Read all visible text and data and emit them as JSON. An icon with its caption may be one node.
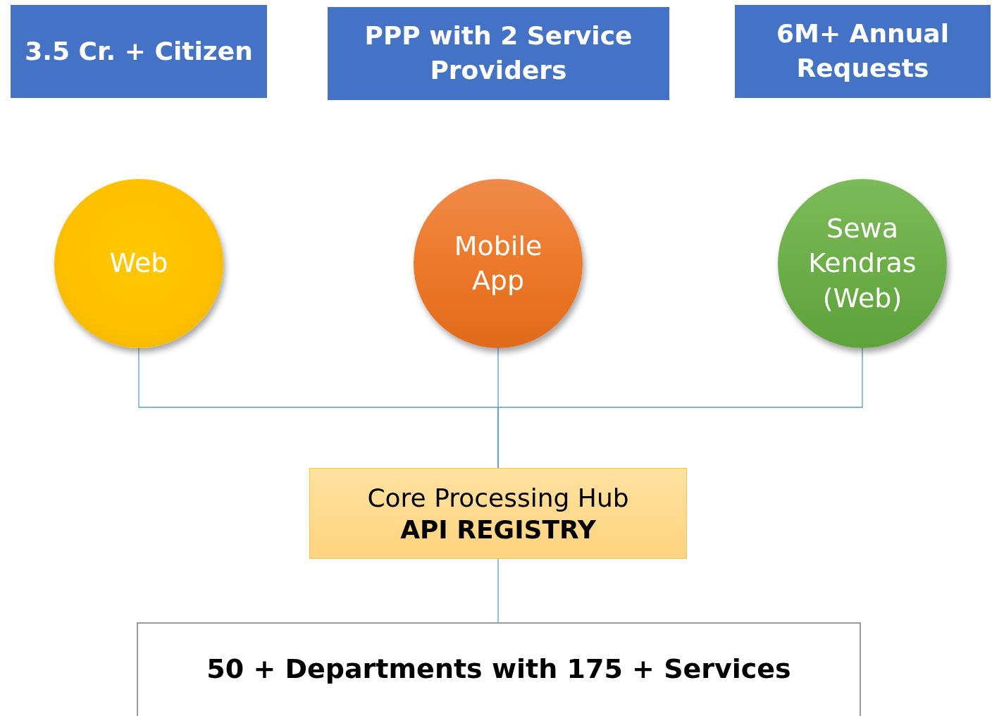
{
  "diagram": {
    "nodes": [
      {
        "text": [
          "3.5 Cr. + Citizen"
        ]
      },
      {
        "text": [
          "PPP with 2 Service Providers"
        ]
      },
      {
        "text": [
          "6M+ Annual Requests"
        ]
      },
      {
        "text": [
          "Web"
        ]
      },
      {
        "text": [
          "Mobile App"
        ]
      },
      {
        "text": [
          "Sewa Kendras (Web)"
        ]
      },
      {
        "text": [
          "Core Processing Hub",
          "API REGISTRY"
        ]
      },
      {
        "text": [
          "50 + Departments with 175 + Services"
        ]
      }
    ],
    "edges": [
      {
        "from": 3,
        "to": 6,
        "arrow": "none"
      },
      {
        "from": 4,
        "to": 6,
        "arrow": "none"
      },
      {
        "from": 5,
        "to": 6,
        "arrow": "none"
      },
      {
        "from": 6,
        "to": 7,
        "arrow": "none"
      }
    ]
  }
}
